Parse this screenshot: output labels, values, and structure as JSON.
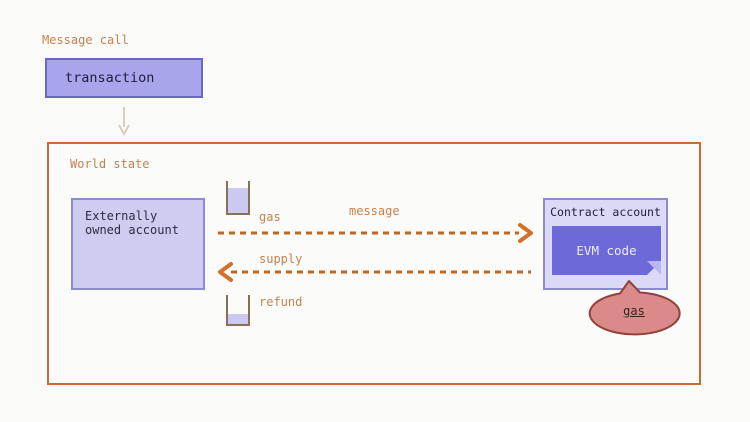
{
  "diagram": {
    "title": "Message call",
    "transaction": {
      "label": "transaction"
    },
    "world_state": {
      "label": "World state",
      "eoa": {
        "line1": "Externally",
        "line2": "owned account"
      },
      "gas_supply": {
        "line1": "gas",
        "line2": "supply",
        "fill_percent": 78
      },
      "message": {
        "label": "message"
      },
      "refund": {
        "label": "refund",
        "fill_percent": 36
      },
      "contract": {
        "title": "Contract account",
        "evm_code": "EVM code"
      },
      "gas_balloon": {
        "label": "gas"
      }
    }
  },
  "colors": {
    "world_border_orange": "#c96b36",
    "label_orange": "#c4834e",
    "arrow_dash_orange": "#c2661f",
    "arrowhead_orange": "#d4702a",
    "transaction_fill": "#a9a5ec",
    "transaction_border": "#6b66c9",
    "account_fill": "#cecdf1",
    "account_border": "#8d8ad4",
    "contract_fill": "#dbdaf6",
    "evm_fill": "#6e69d8",
    "evm_fold": "#bab7f0",
    "balloon_fill": "#db8a8a",
    "balloon_border": "#93403b",
    "cup_wall": "#857155",
    "cup_fill": "#cbc9f0",
    "down_arrow": "#d8cec0"
  }
}
